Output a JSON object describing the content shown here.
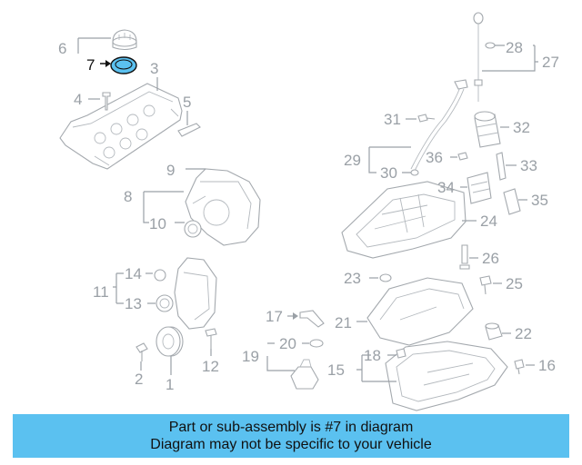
{
  "callouts": {
    "c1": "1",
    "c2": "2",
    "c3": "3",
    "c4": "4",
    "c5": "5",
    "c6": "6",
    "c7": "7",
    "c8": "8",
    "c9": "9",
    "c10": "10",
    "c11": "11",
    "c12": "12",
    "c13": "13",
    "c14": "14",
    "c15": "15",
    "c16": "16",
    "c17": "17",
    "c18": "18",
    "c19": "19",
    "c20": "20",
    "c21": "21",
    "c22": "22",
    "c23": "23",
    "c24": "24",
    "c25": "25",
    "c26": "26",
    "c27": "27",
    "c28": "28",
    "c29": "29",
    "c30": "30",
    "c31": "31",
    "c32": "32",
    "c33": "33",
    "c34": "34",
    "c35": "35",
    "c36": "36"
  },
  "highlight": {
    "part_number": "7",
    "fill_color": "#5bc1f0"
  },
  "caption": {
    "line1": "Part or sub-assembly is #7 in diagram",
    "line2": "Diagram may not be specific to your vehicle",
    "background": "#5bc1f0"
  }
}
